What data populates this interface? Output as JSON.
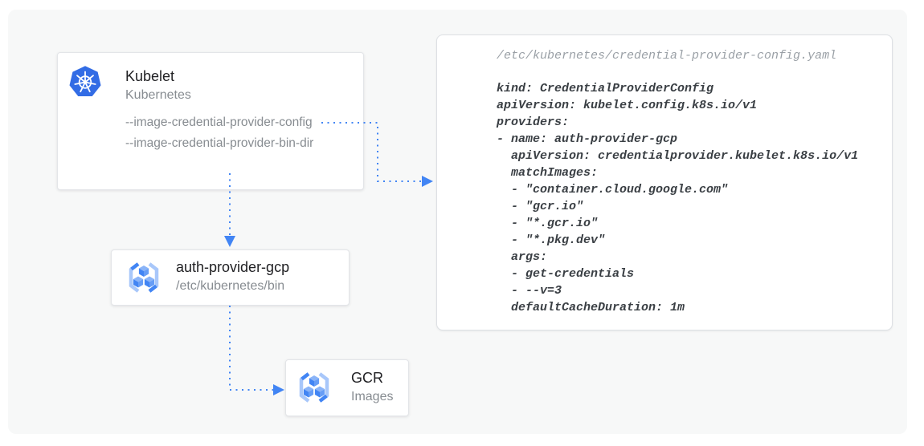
{
  "colors": {
    "arrow-blue": "#4285f4",
    "k8s-blue": "#326ce5",
    "icon-blue-light": "#a8c7fa",
    "icon-blue-dark": "#4285f4",
    "cube-top": "#8ab4f8",
    "cube-left": "#4285f4",
    "cube-right": "#669df6",
    "title-text": "#212124",
    "muted-text": "#878c91",
    "code-text": "#3a3f44",
    "code-muted": "#9aa0a6",
    "canvas-bg": "#f7f8f8"
  },
  "nodes": {
    "kubelet": {
      "icon": "kubernetes-logo-icon",
      "title": "Kubelet",
      "subtitle": "Kubernetes",
      "flags": [
        "--image-credential-provider-config",
        "--image-credential-provider-bin-dir"
      ]
    },
    "auth_provider": {
      "icon": "gcr-registry-icon",
      "title": "auth-provider-gcp",
      "subtitle": "/etc/kubernetes/bin"
    },
    "gcr": {
      "icon": "gcr-registry-icon",
      "title": "GCR",
      "subtitle": "Images"
    }
  },
  "config_panel": {
    "filename": "/etc/kubernetes/credential-provider-config.yaml",
    "code_lines": [
      "kind: CredentialProviderConfig",
      "apiVersion: kubelet.config.k8s.io/v1",
      "providers:",
      "- name: auth-provider-gcp",
      "  apiVersion: credentialprovider.kubelet.k8s.io/v1",
      "  matchImages:",
      "  - \"container.cloud.google.com\"",
      "  - \"gcr.io\"",
      "  - \"*.gcr.io\"",
      "  - \"*.pkg.dev\"",
      "  args:",
      "  - get-credentials",
      "  - --v=3",
      "  defaultCacheDuration: 1m"
    ]
  }
}
